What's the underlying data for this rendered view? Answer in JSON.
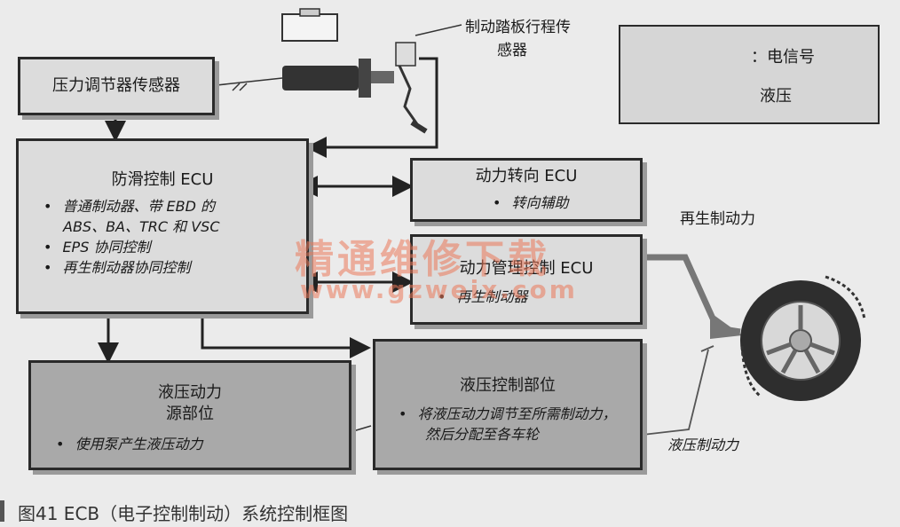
{
  "pressure_sensor": {
    "label": "压力调节器传感器"
  },
  "pedal_sensor": {
    "label_line1": "制动踏板行程传",
    "label_line2": "感器"
  },
  "legend": {
    "electric": "：电信号",
    "hydraulic": "液压"
  },
  "skid_ecu": {
    "title": "防滑控制 ECU",
    "bullets": [
      "普通制动器、带 EBD 的",
      "ABS、BA、TRC 和 VSC",
      "EPS 协同控制",
      "再生制动器协同控制"
    ]
  },
  "steering_ecu": {
    "title": "动力转向 ECU",
    "bullets": [
      "转向辅助"
    ]
  },
  "power_ecu": {
    "title": "动力管理控制 ECU",
    "bullets": [
      "再生制动器"
    ]
  },
  "hyd_source": {
    "title_line1": "液压动力",
    "title_line2": "源部位",
    "bullets": [
      "使用泵产生液压动力"
    ]
  },
  "hyd_control": {
    "title": "液压控制部位",
    "bullets": [
      "将液压动力调节至所需制动力，",
      "然后分配至各车轮"
    ]
  },
  "regen_force": {
    "label": "再生制动力"
  },
  "hyd_force": {
    "label": "液压制动力"
  },
  "watermark": {
    "line1": "精通维修下载",
    "line2": "www.gzweix.com"
  },
  "caption": {
    "text": "图41 ECB（电子控制制动）系统控制框图"
  },
  "colors": {
    "dark_box": "#a9a9a9",
    "light_box": "#dcdcdc",
    "outline": "#2a2a2a"
  }
}
